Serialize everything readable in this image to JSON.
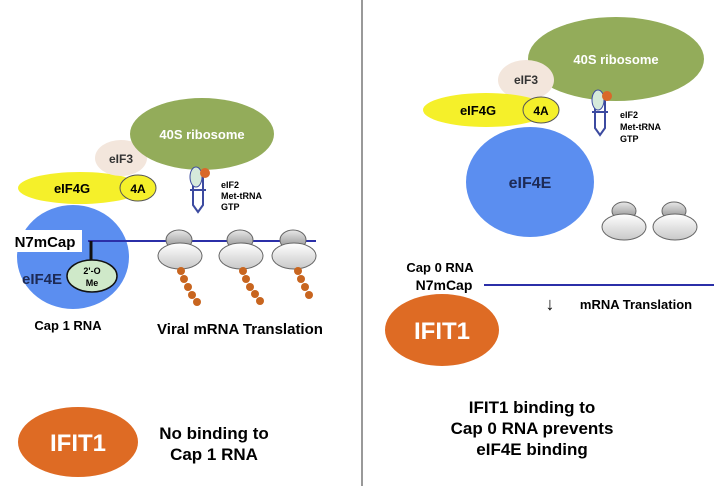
{
  "left": {
    "ribosome": "40S ribosome",
    "eif3": "eIF3",
    "eif4g": "eIF4G",
    "a4": "4A",
    "eif2": [
      "eIF2",
      "Met-tRNA",
      "GTP"
    ],
    "n7mcap": "N7mCap",
    "eif4e": "eIF4E",
    "ome": [
      "2'-O",
      "Me"
    ],
    "cap1": "Cap 1 RNA",
    "viral_translation": "Viral mRNA Translation",
    "ifit1": "IFIT1",
    "no_binding": [
      "No binding to",
      "Cap 1 RNA"
    ]
  },
  "right": {
    "ribosome": "40S ribosome",
    "eif3": "eIF3",
    "eif4g": "eIF4G",
    "a4": "4A",
    "eif2": [
      "eIF2",
      "Met-tRNA",
      "GTP"
    ],
    "eif4e": "eIF4E",
    "cap0": "Cap 0 RNA",
    "n7mcap": "N7mCap",
    "arrow": "↓",
    "translation": "mRNA Translation",
    "ifit1": "IFIT1",
    "caption": [
      "IFIT1 binding to",
      "Cap 0 RNA prevents",
      "eIF4E binding"
    ]
  },
  "colors": {
    "ribosome": "#93ac5a",
    "eif3": "#f3e6dc",
    "eif4g": "#f5f02a",
    "eif4e": "#5b8ef0",
    "ifit1": "#de6b24",
    "mrna_line": "#2b2fa8",
    "bead": "#c8651f",
    "ome": "#cfe9c9",
    "divider": "#999999"
  }
}
